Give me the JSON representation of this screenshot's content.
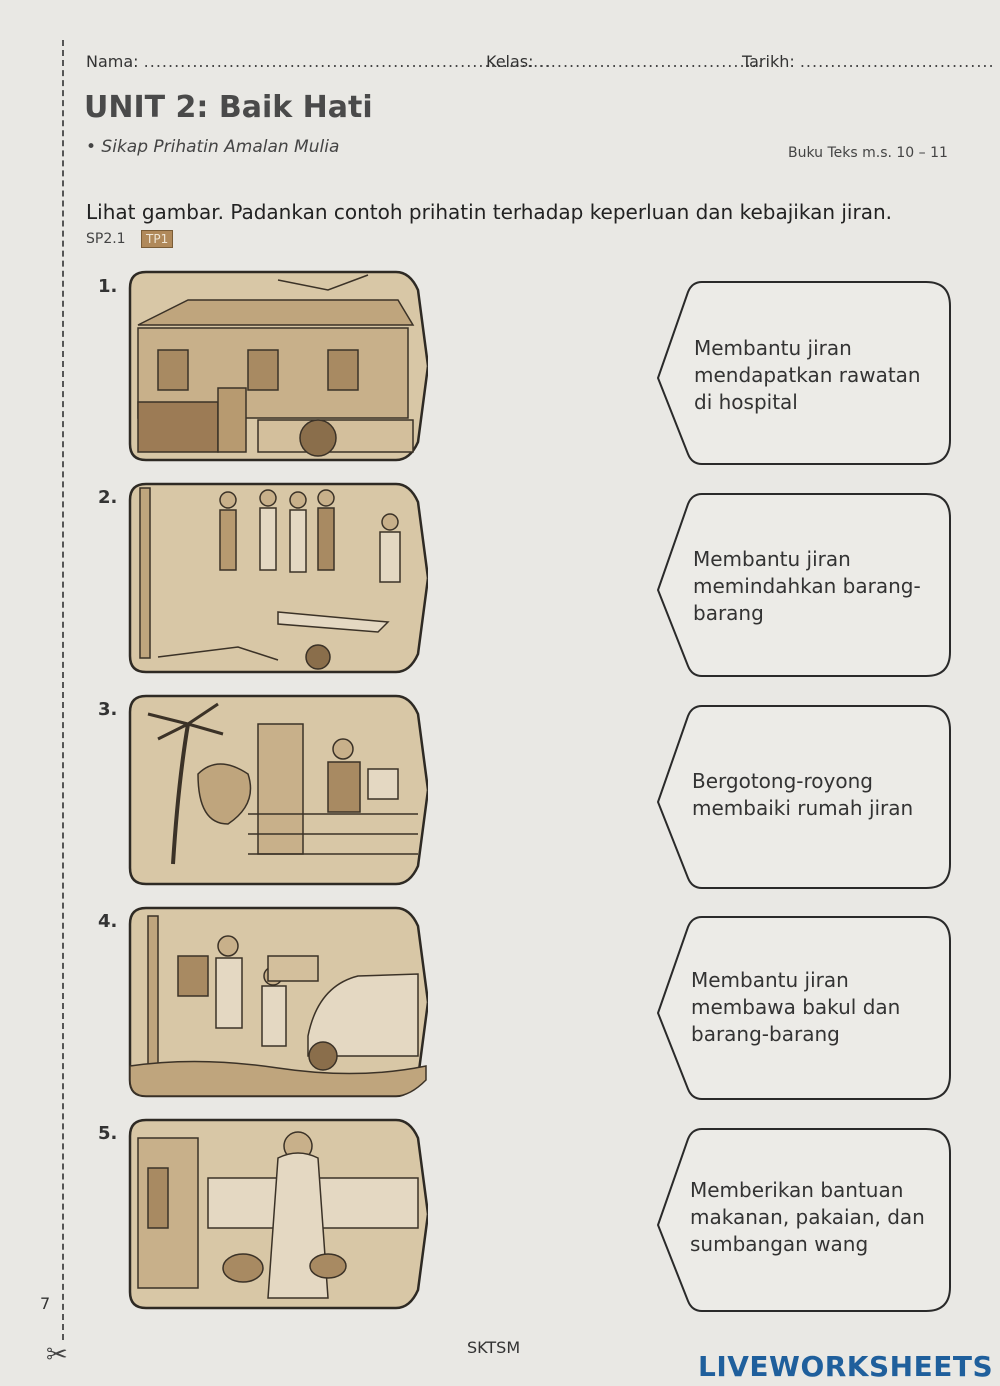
{
  "header": {
    "nama_label": "Nama:",
    "kelas_label": "Kelas:",
    "tarikh_label": "Tarikh:",
    "nama_dots": "...................................................................",
    "kelas_dots": ".....................................",
    "tarikh_dots": "................................"
  },
  "unit_title": "UNIT 2: Baik Hati",
  "subtitle": "• Sikap Prihatin Amalan Mulia",
  "textbook_ref": "Buku Teks m.s. 10 – 11",
  "instruction": "Lihat gambar. Padankan contoh prihatin terhadap keperluan dan kebajikan jiran.",
  "sp_code": "SP2.1",
  "tp_badge": "TP1",
  "items": [
    {
      "number": "1."
    },
    {
      "number": "2."
    },
    {
      "number": "3."
    },
    {
      "number": "4."
    },
    {
      "number": "5."
    }
  ],
  "cards": [
    {
      "text": "Membantu jiran\nmendapatkan rawatan\ndi hospital"
    },
    {
      "text": "Membantu jiran\nmemindahkan barang-\nbarang"
    },
    {
      "text": "Bergotong-royong\nmembaiki rumah jiran"
    },
    {
      "text": "Membantu jiran\nmembawa bakul dan\nbarang-barang"
    },
    {
      "text": "Memberikan bantuan\nmakanan, pakaian, dan\nsumbangan wang"
    }
  ],
  "footer": "SKTSM",
  "page_number": "7",
  "brand": "LIVEWORKSHEETS",
  "colors": {
    "sepia": "#c8b08a",
    "ink": "#333333",
    "brand": "#1f5f9c"
  }
}
